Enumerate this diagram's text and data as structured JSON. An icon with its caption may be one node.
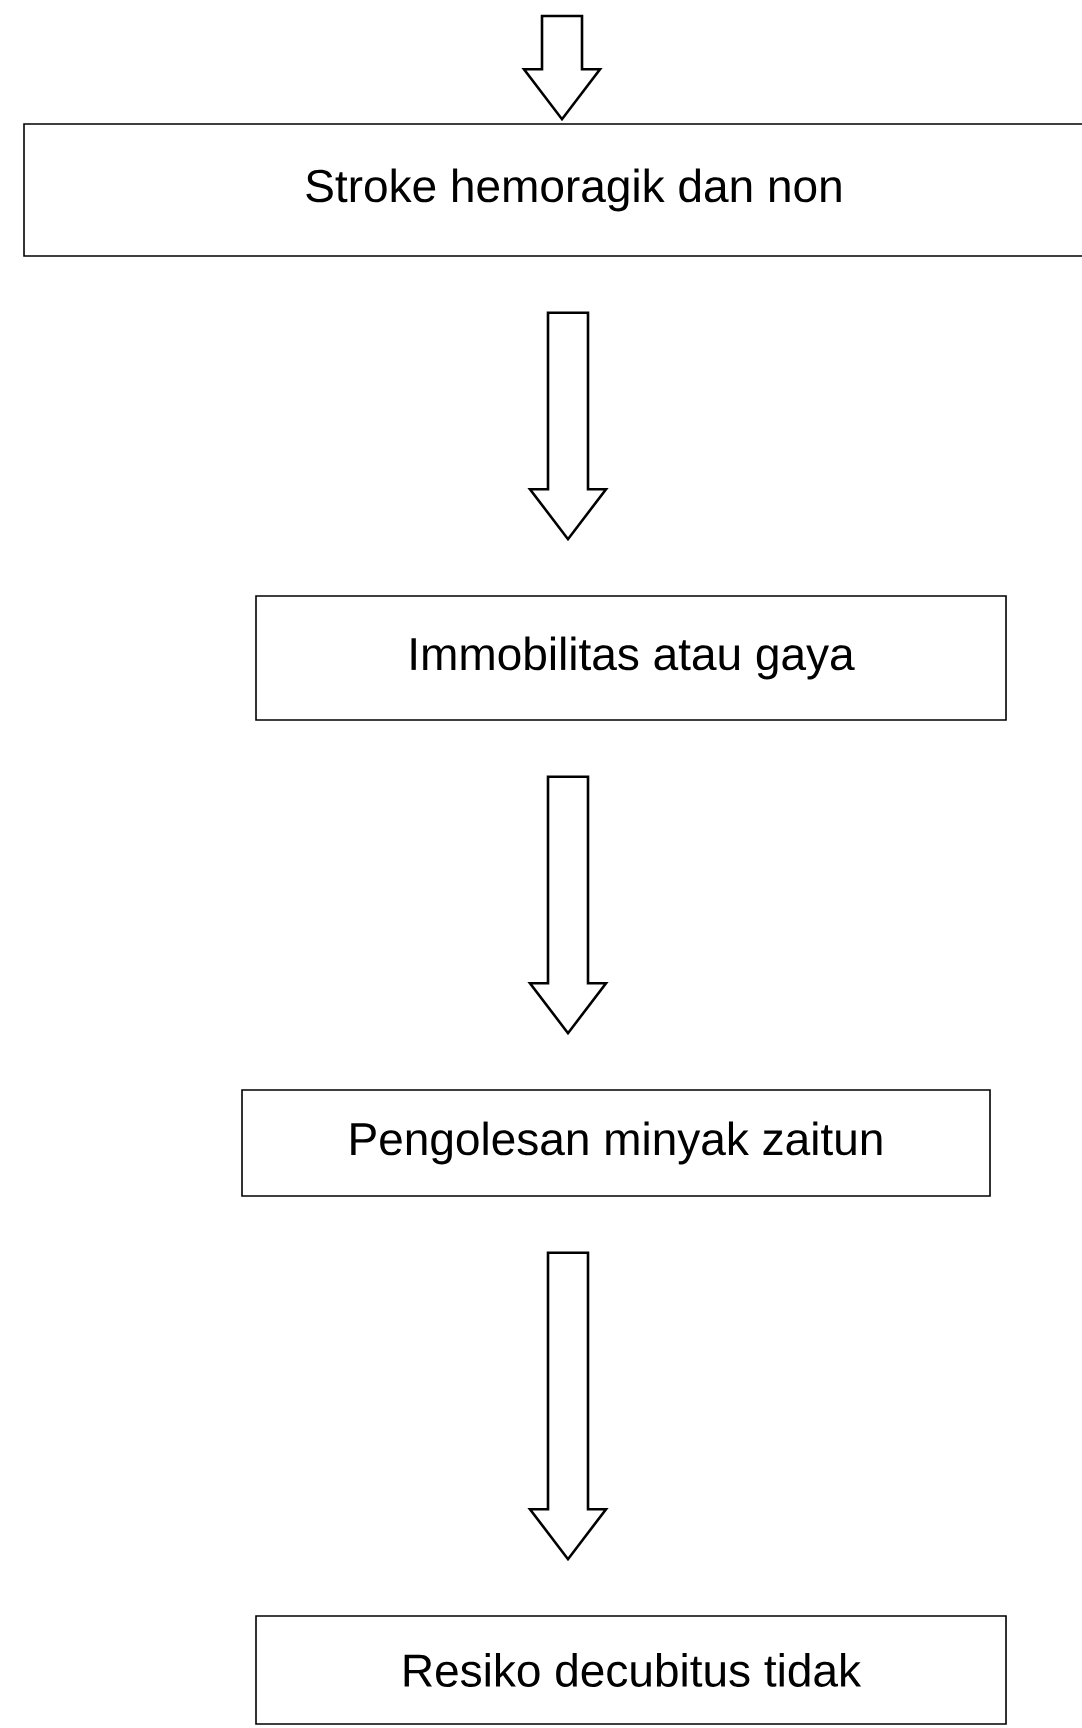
{
  "diagram": {
    "nodes": [
      {
        "text": [
          "Stroke hemoragik dan non"
        ]
      },
      {
        "text": [
          "Immobilitas atau gaya"
        ]
      },
      {
        "text": [
          "Pengolesan minyak zaitun"
        ]
      },
      {
        "text": [
          "Resiko decubitus tidak"
        ]
      }
    ],
    "edges": [
      {
        "from": null,
        "to": 0,
        "arrow": "to"
      },
      {
        "from": 0,
        "to": 1,
        "arrow": "to"
      },
      {
        "from": 1,
        "to": 2,
        "arrow": "to"
      },
      {
        "from": 2,
        "to": 3,
        "arrow": "to"
      }
    ]
  }
}
